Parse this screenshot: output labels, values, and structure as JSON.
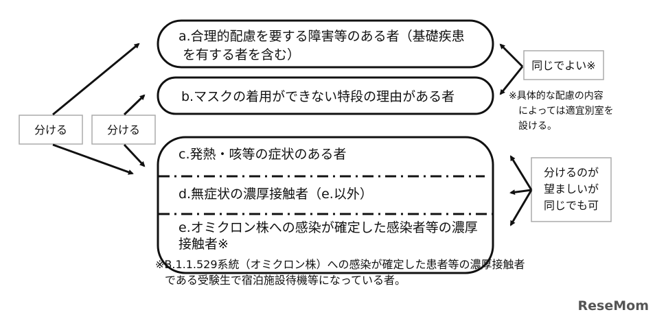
{
  "left_labels": {
    "outer": "分ける",
    "inner": "分ける"
  },
  "groups": {
    "a": {
      "line1": "a.合理的配慮を要する障害等のある者（基礎疾患",
      "line2": "を有する者を含む）"
    },
    "b": {
      "line1": "b.マスクの着用ができない特段の理由がある者"
    },
    "c": {
      "line1": "c.発熱・咳等の症状のある者"
    },
    "d": {
      "line1": "d.無症状の濃厚接触者（e.以外）"
    },
    "e": {
      "line1": "e.オミクロン株への感染が確定した感染者等の濃厚",
      "line2": "接触者※"
    }
  },
  "right_labels": {
    "same": "同じでよい※",
    "same_note": [
      "※具体的な配慮の内容",
      "によっては適宜別室を",
      "設ける。"
    ],
    "separate": [
      "分けるのが",
      "望ましいが",
      "同じでも可"
    ]
  },
  "footnote": [
    "※B.1.1.529系統（オミクロン株）への感染が確定した患者等の濃厚接触者",
    "である受験生で宿泊施設待機等になっている者。"
  ],
  "logo": "ReseMom"
}
